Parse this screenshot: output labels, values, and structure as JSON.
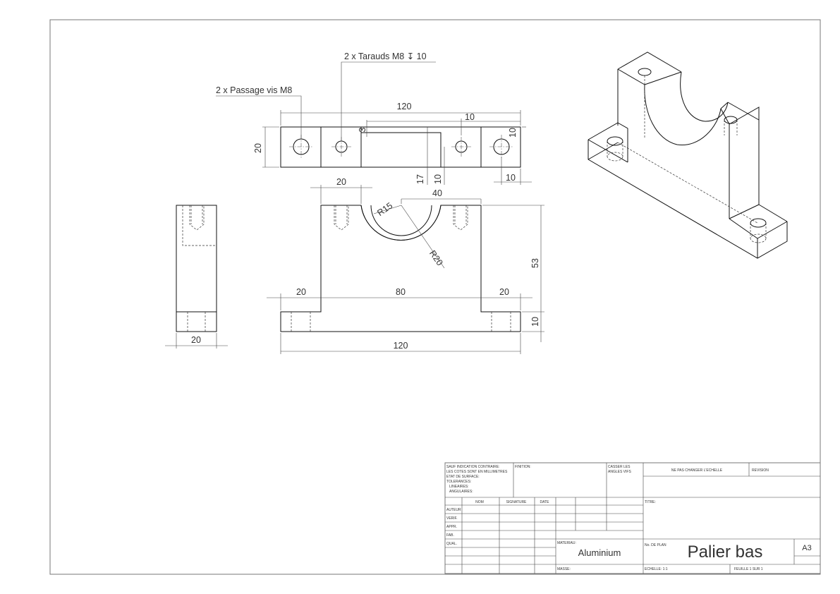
{
  "notes": {
    "tapped_holes": "2 x Tarauds M8 ↧ 10",
    "through_holes": "2 x Passage vis M8"
  },
  "dimensions": {
    "top_overall": "120",
    "top_hole_offset": "10",
    "top_edge_offset_right": "10",
    "top_height": "20",
    "top_groove_depth": "3",
    "top_groove_17": "17",
    "top_groove_10": "10",
    "top_bottom_offset": "10",
    "front_left_width": "20",
    "front_bore": "40",
    "front_r15": "R15",
    "front_r20": "R20",
    "front_height": "53",
    "front_left_foot": "20",
    "front_middle": "80",
    "front_right_foot": "20",
    "front_base_height": "10",
    "front_overall": "120",
    "side_width": "20"
  },
  "title_block": {
    "general_note": "SAUF INDICATION CONTRAIRE:",
    "general_note_2": "LES COTES SONT EN MILLIMETRES",
    "general_note_3": "ETAT DE SURFACE:",
    "general_note_4": "TOLERANCES:",
    "general_note_5": "LINEAIRES:",
    "general_note_6": "ANGULAIRES:",
    "finish_label": "FINITION:",
    "break_edges": "CASSER LES",
    "break_edges_2": "ANGLES VIFS",
    "no_scale": "NE PAS CHANGER L'ECHELLE",
    "revision": "REVISION",
    "col_name": "NOM",
    "col_signature": "SIGNATURE",
    "col_date": "DATE",
    "row_author": "AUTEUR",
    "row_verif": "VERIF.",
    "row_appr": "APPR.",
    "row_fab": "FAB.",
    "row_qual": "QUAL.",
    "title_label": "TITRE:",
    "material_label": "MATERIAU:",
    "material": "Aluminium",
    "drawing_no_label": "No. DE PLAN",
    "part_name": "Palier bas",
    "size": "A3",
    "mass_label": "MASSE:",
    "scale_label": "ECHELLE: 1:1",
    "sheet_label": "FEUILLE 1 SUR 1"
  }
}
